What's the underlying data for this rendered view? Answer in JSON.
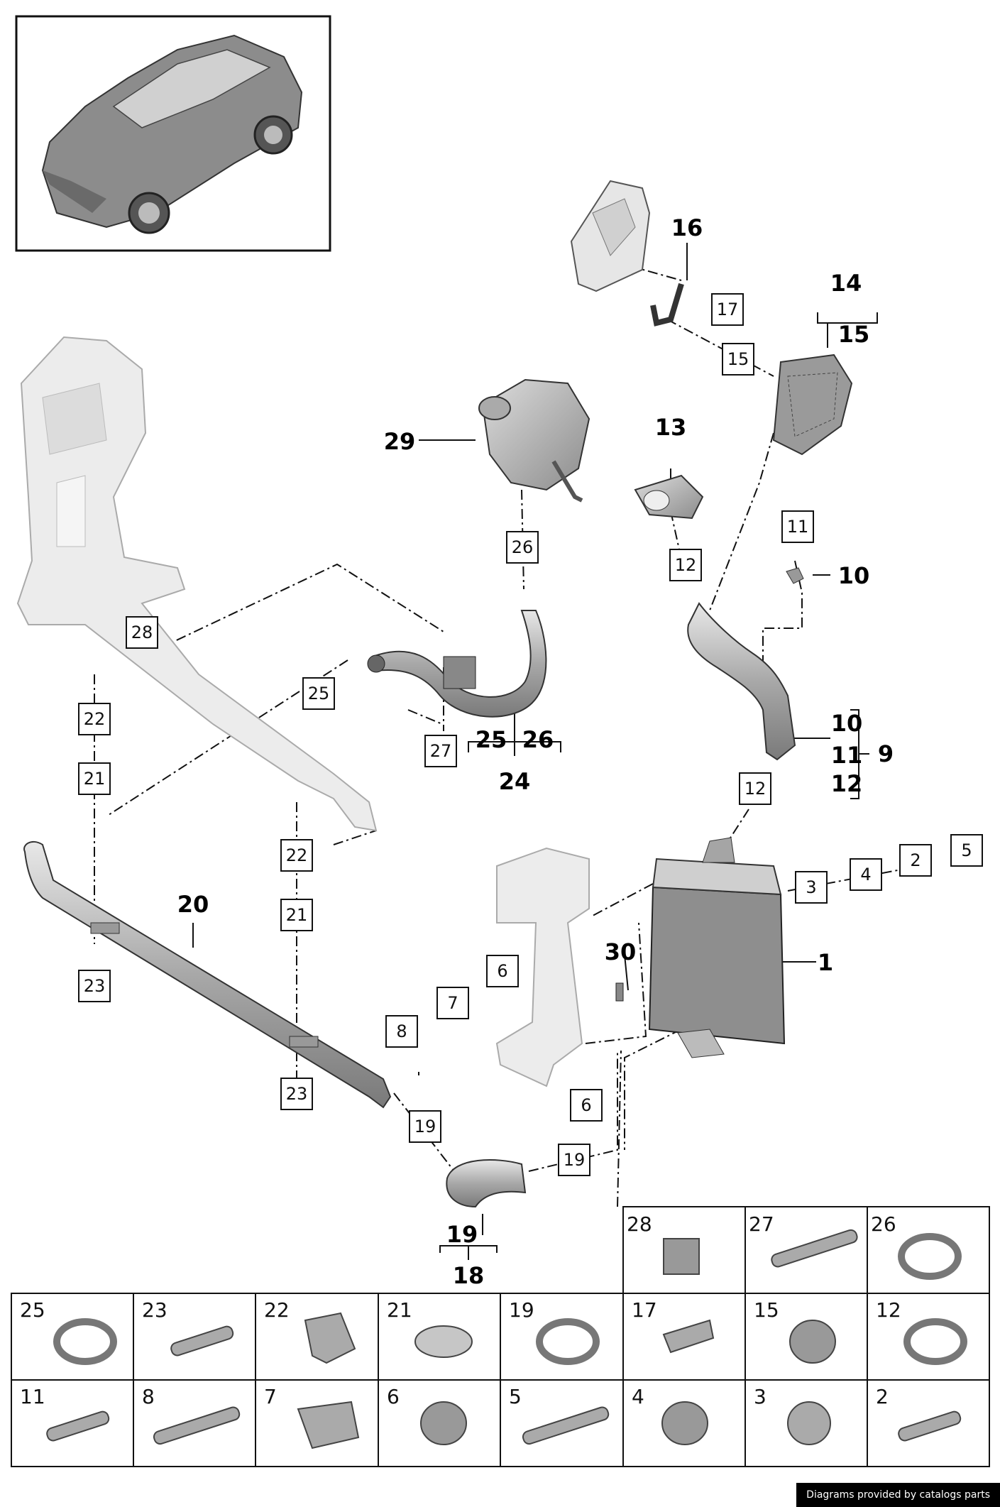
{
  "callouts_bold": [
    "16",
    "14",
    "15",
    "29",
    "13",
    "10",
    "10",
    "11",
    "12",
    "9",
    "25",
    "26",
    "24",
    "20",
    "1",
    "30",
    "19",
    "18"
  ],
  "callouts_boxed": [
    "17",
    "15",
    "11",
    "12",
    "26",
    "28",
    "25",
    "22",
    "21",
    "27",
    "12",
    "5",
    "2",
    "4",
    "3",
    "6",
    "7",
    "8",
    "22",
    "21",
    "23",
    "23",
    "6",
    "19",
    "19"
  ],
  "grid_labels_row1": [
    "28",
    "27",
    "26"
  ],
  "grid_labels_row2": [
    "25",
    "23",
    "22",
    "21",
    "19",
    "17",
    "15",
    "12"
  ],
  "grid_labels_row3": [
    "11",
    "8",
    "7",
    "6",
    "5",
    "4",
    "3",
    "2"
  ],
  "footer_text": "Diagrams provided by catalogs parts",
  "colors": {
    "line": "#111111",
    "part_fill": "#bdbdbd",
    "light_part": "#e6e6e6",
    "dark_part": "#8a8a8a"
  }
}
